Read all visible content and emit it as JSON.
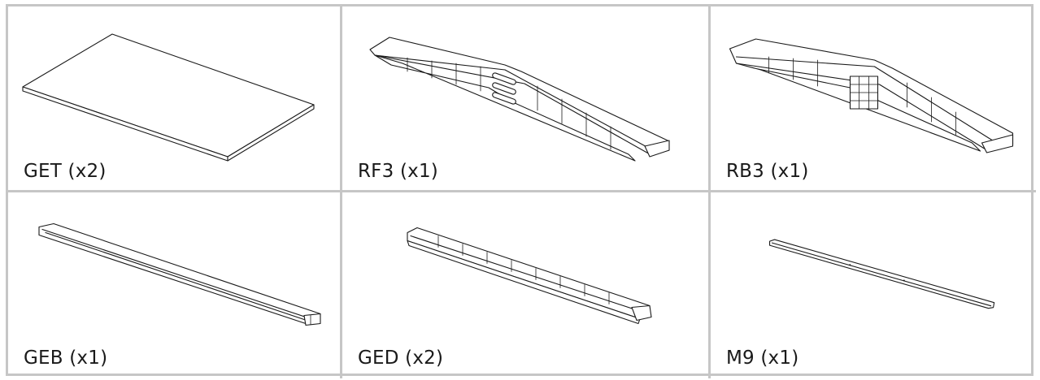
{
  "parts": [
    {
      "code": "GET",
      "qty": "(x2)",
      "label": "GET (x2)",
      "icon": "panel-board-icon"
    },
    {
      "code": "RF3",
      "qty": "(x1)",
      "label": "RF3 (x1)",
      "icon": "front-rail-icon"
    },
    {
      "code": "RB3",
      "qty": "(x1)",
      "label": "RB3 (x1)",
      "icon": "back-rail-icon"
    },
    {
      "code": "GEB",
      "qty": "(x1)",
      "label": "GEB (x1)",
      "icon": "channel-bar-icon"
    },
    {
      "code": "GED",
      "qty": "(x2)",
      "label": "GED (x2)",
      "icon": "ladder-beam-icon"
    },
    {
      "code": "M9",
      "qty": "(x1)",
      "label": "M9 (x1)",
      "icon": "thin-rod-icon"
    }
  ]
}
